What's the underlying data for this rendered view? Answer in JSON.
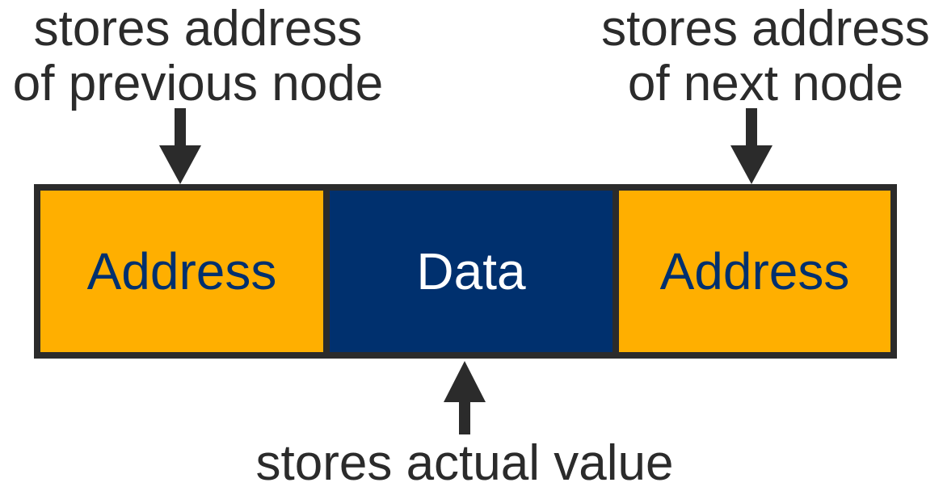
{
  "labels": {
    "previous": [
      "stores address",
      "of previous node"
    ],
    "next": [
      "stores address",
      "of next node"
    ],
    "value": "stores actual value"
  },
  "node": {
    "prev_address": "Address",
    "data": "Data",
    "next_address": "Address"
  },
  "colors": {
    "address_fill": "#FFAF00",
    "data_fill": "#00306E",
    "address_text": "#00306E",
    "data_text": "#FFFFFF",
    "outline": "#2B2B2B"
  },
  "icons": {
    "prev_arrow": "arrow-down-icon",
    "next_arrow": "arrow-down-icon",
    "value_arrow": "arrow-up-icon"
  }
}
